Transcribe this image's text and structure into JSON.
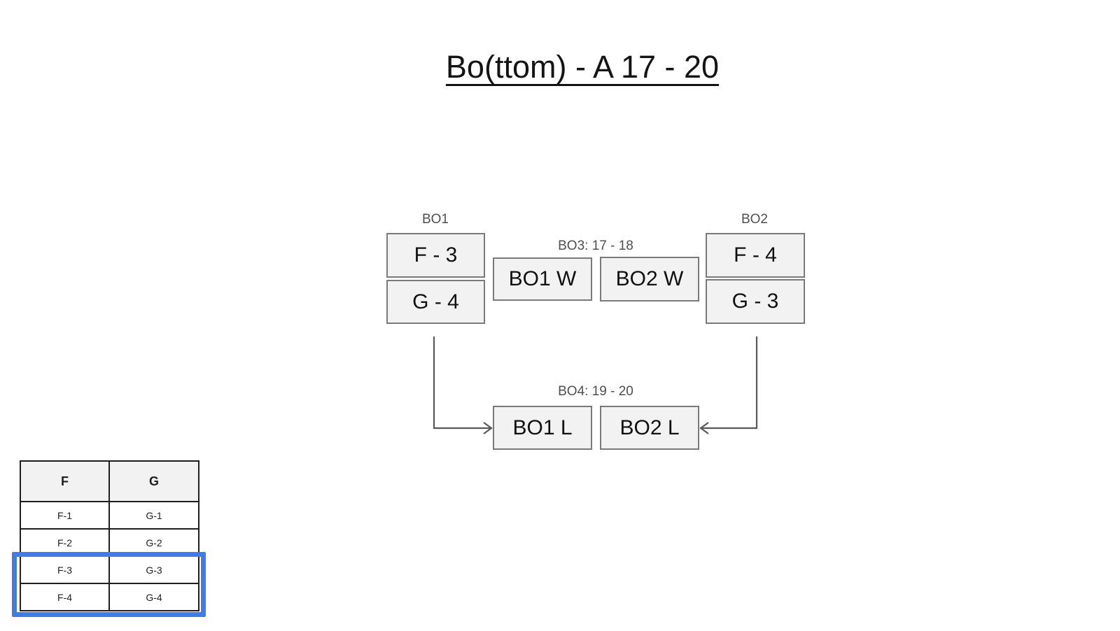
{
  "title": "Bo(ttom) - A 17 - 20",
  "bracket": {
    "bo1": {
      "label": "BO1",
      "f_box": "F - 3",
      "g_box": "G - 4"
    },
    "bo2": {
      "label": "BO2",
      "f_box": "F - 4",
      "g_box": "G - 3"
    },
    "bo3": {
      "label": "BO3: 17 - 18",
      "left_box": "BO1 W",
      "right_box": "BO2 W"
    },
    "bo4": {
      "label": "BO4: 19 - 20",
      "left_box": "BO1 L",
      "right_box": "BO2 L"
    }
  },
  "table": {
    "headers": [
      "F",
      "G"
    ],
    "rows": [
      [
        "F-1",
        "G-1"
      ],
      [
        "F-2",
        "G-2"
      ],
      [
        "F-3",
        "G-3"
      ],
      [
        "F-4",
        "G-4"
      ]
    ],
    "highlighted_row_indexes": [
      2,
      3
    ]
  },
  "colors": {
    "box_fill": "#f2f2f2",
    "box_border": "#7a7a7a",
    "label_text": "#4f4f4f",
    "arrow": "#595959",
    "highlight_border": "#3f7de0"
  }
}
